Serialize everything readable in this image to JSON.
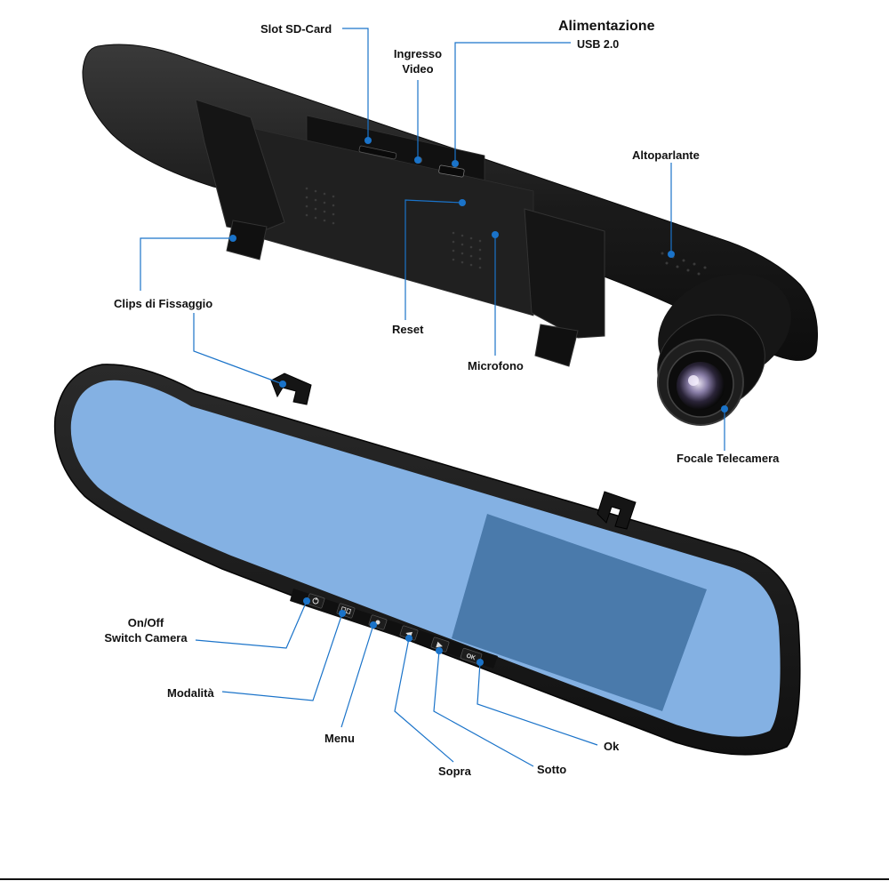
{
  "labels": {
    "slot_sd": "Slot SD-Card",
    "ingresso_video_1": "Ingresso",
    "ingresso_video_2": "Video",
    "alimentazione_title": "Alimentazione",
    "alimentazione_sub": "USB 2.0",
    "altoparlante": "Altoparlante",
    "clips": "Clips di Fissaggio",
    "reset": "Reset",
    "microfono": "Microfono",
    "focale": "Focale Telecamera",
    "onoff_1": "On/Off",
    "onoff_2": "Switch Camera",
    "modalita": "Modalità",
    "menu": "Menu",
    "sopra": "Sopra",
    "sotto": "Sotto",
    "ok": "Ok"
  },
  "buttons": {
    "ok_glyph": "OK",
    "up_glyph": "◀",
    "down_glyph": "▶"
  },
  "colors": {
    "device_body": "#1c1c1c",
    "screen": "#84b1e3",
    "display_area": "#4a7aab",
    "leader_line": "#1a73c9",
    "marker_dot": "#1a73c9"
  }
}
